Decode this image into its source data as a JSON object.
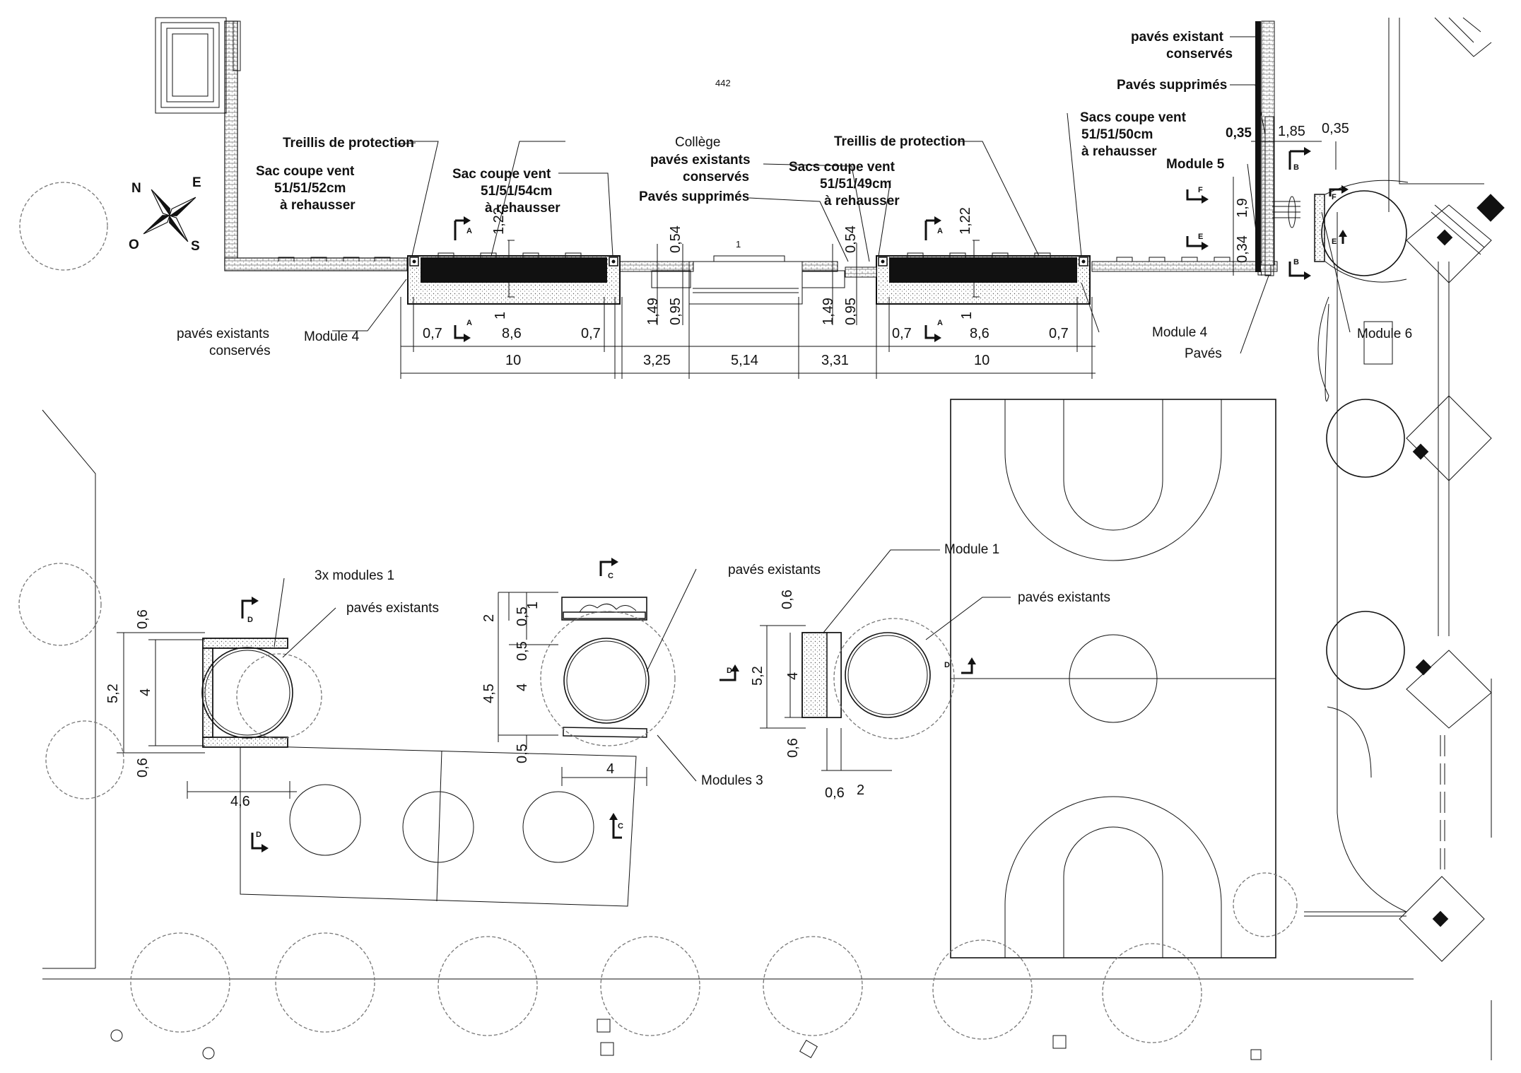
{
  "plan": {
    "number": "442",
    "college": "Collège",
    "gate_number": "1",
    "labels": {
      "treillis_left": "Treillis de protection",
      "treillis_right": "Treillis de protection",
      "sac_left_line1": "Sac coupe vent",
      "sac_left_line2": "51/51/52cm",
      "sac_left_line3": "à rehausser",
      "sac_mid_line1": "Sac coupe vent",
      "sac_mid_line2": "51/51/54cm",
      "sac_mid_line3": "à rehausser",
      "pex_mid_line1": "pavés existants",
      "pex_mid_line2": "conservés",
      "supp_mid": "Pavés supprimés",
      "sacs_right_line1": "Sacs coupe vent",
      "sacs_right_line2": "51/51/49cm",
      "sacs_right_line3": "à rehausser",
      "sacs_far_line1": "Sacs coupe vent",
      "sacs_far_line2": "51/51/50cm",
      "sacs_far_line3": "à rehausser",
      "pex_top_line1": "pavés existant",
      "pex_top_line2": "conservés",
      "supp_top": "Pavés supprimés",
      "module5": "Module 5",
      "pex_left_line1": "pavés existants",
      "pex_left_line2": "conservés",
      "module4_left": "Module 4",
      "module4_right": "Module 4",
      "paves": "Pavés",
      "module6": "Module 6",
      "modules1_3x": "3x modules 1",
      "pex_a": "pavés existants",
      "pex_b": "pavés existants",
      "pex_c": "pavés existants",
      "module1": "Module 1",
      "modules3": "Modules 3"
    },
    "dims_top": {
      "d_122_left": "1,22",
      "d_1_left": "1",
      "d_07_a": "0,7",
      "d_86_a": "8,6",
      "d_07_b": "0,7",
      "d_10_a": "10",
      "d_149_a": "1,49",
      "d_095_a": "0,95",
      "d_054_a": "0,54",
      "d_325": "3,25",
      "d_514": "5,14",
      "d_331": "3,31",
      "d_149_b": "1,49",
      "d_095_b": "0,95",
      "d_054_b": "0,54",
      "d_122_right": "1,22",
      "d_1_right": "1",
      "d_07_c": "0,7",
      "d_86_b": "8,6",
      "d_07_d": "0,7",
      "d_10_b": "10",
      "d_035_a": "0,35",
      "d_185": "1,85",
      "d_035_b": "0,35",
      "d_19": "1,9",
      "d_034": "0,34"
    },
    "dims_bottom": {
      "m1_06_top": "0,6",
      "m1_52": "5,2",
      "m1_4": "4",
      "m1_06_bot": "0,6",
      "m1_46": "4,6",
      "m3_2": "2",
      "m3_05_a": "0,5",
      "m3_1": "1",
      "m3_45": "4,5",
      "m3_05_b": "0,5",
      "m3_4_v": "4",
      "m3_05_c": "0,5",
      "m3_4_h": "4",
      "mr_06_top": "0,6",
      "mr_52": "5,2",
      "mr_4": "4",
      "mr_06_bot": "0,6",
      "mr_06_h": "0,6",
      "mr_2": "2"
    },
    "section_marks": {
      "A": "A",
      "B": "B",
      "C": "C",
      "D": "D",
      "E": "E",
      "F": "F"
    },
    "compass": {
      "N": "N",
      "E": "E",
      "S": "S",
      "O": "O"
    }
  }
}
